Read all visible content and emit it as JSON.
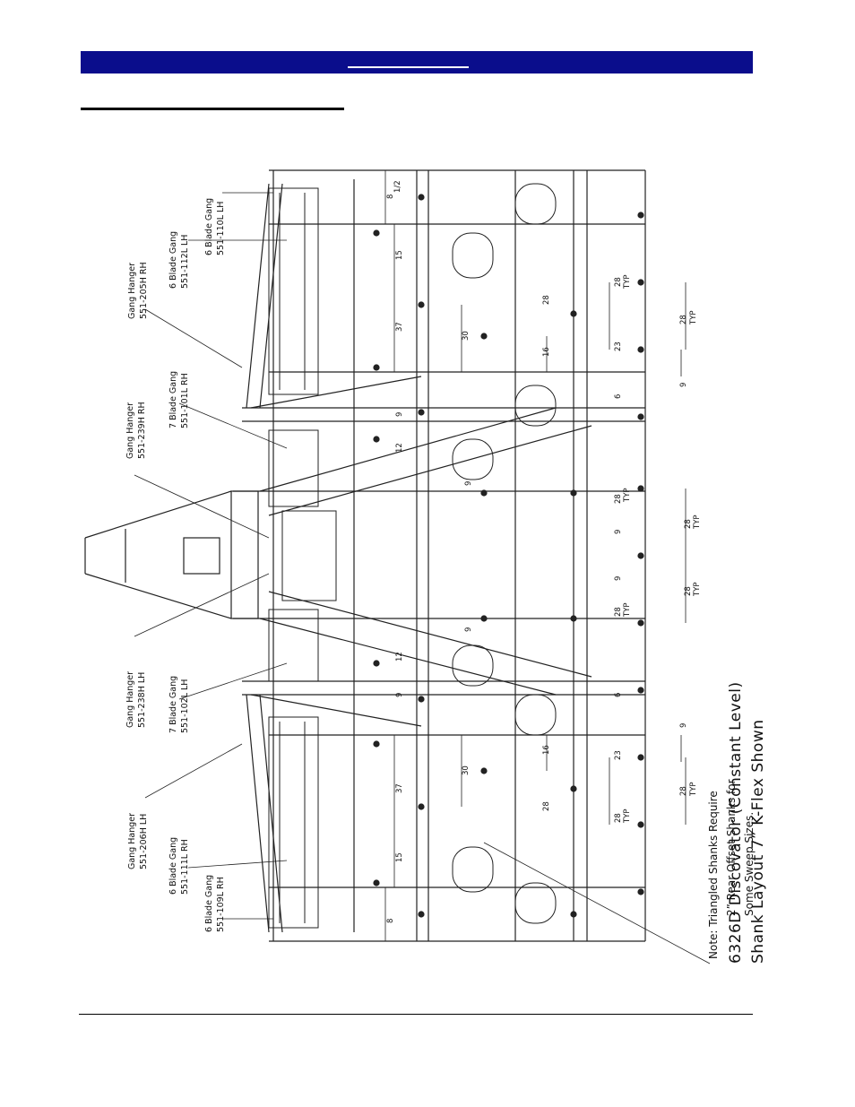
{
  "title": {
    "line1": "6326D Discovator (Constant Level)",
    "line2": "Shank Layout 7” K-Flex Shown"
  },
  "note": {
    "line1": "Note: Triangled Shanks Require",
    "line2": "2” Rear Offset Shanks for",
    "line3": "Some Sweep Sizes."
  },
  "callouts": [
    {
      "line1": "6 Blade Gang",
      "line2": "551-110L LH"
    },
    {
      "line1": "6 Blade Gang",
      "line2": "551-112L LH"
    },
    {
      "line1": "Gang Hanger",
      "line2": "551-205H RH"
    },
    {
      "line1": "7 Blade Gang",
      "line2": "551-101L RH"
    },
    {
      "line1": "Gang Hanger",
      "line2": "551-239H RH"
    },
    {
      "line1": "Gang Hanger",
      "line2": "551-238H LH"
    },
    {
      "line1": "7 Blade Gang",
      "line2": "551-102L LH"
    },
    {
      "line1": "Gang Hanger",
      "line2": "551-206H LH"
    },
    {
      "line1": "6 Blade Gang",
      "line2": "551-111L RH"
    },
    {
      "line1": "6 Blade Gang",
      "line2": "551-109L RH"
    }
  ],
  "dimensions": {
    "d8": "8",
    "d15": "15",
    "d37": "37",
    "d9": "9",
    "d12": "12",
    "half": "1/2",
    "d30": "30",
    "d28": "28",
    "d16": "16",
    "d23": "23",
    "d6": "6",
    "typ": "TYP"
  }
}
